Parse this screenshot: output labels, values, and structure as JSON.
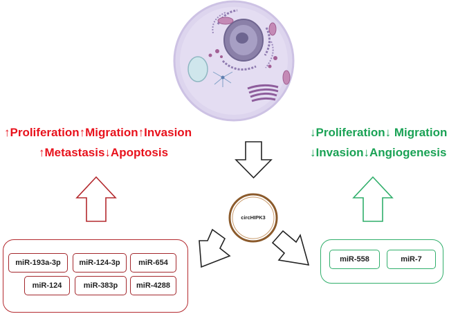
{
  "left_effects": {
    "line1": "↑Proliferation↑Migration↑Invasion",
    "line2": "↑Metastasis↓Apoptosis"
  },
  "right_effects": {
    "line1": "↓Proliferation↓ Migration",
    "line2": "↓Invasion↓Angiogenesis"
  },
  "center": {
    "label": "circHIPK3"
  },
  "left_mirnas": [
    "miR-193a-3p",
    "miR-124-3p",
    "miR-654",
    "miR-124",
    "miR-383p",
    "miR-4288"
  ],
  "right_mirnas": [
    "miR-558",
    "miR-7"
  ],
  "colors": {
    "upregulated": "#e8121c",
    "downregulated": "#1aa255",
    "left_arrow": "#b3282d",
    "right_arrow": "#2fae6a",
    "ring": "#8b5a2b"
  }
}
